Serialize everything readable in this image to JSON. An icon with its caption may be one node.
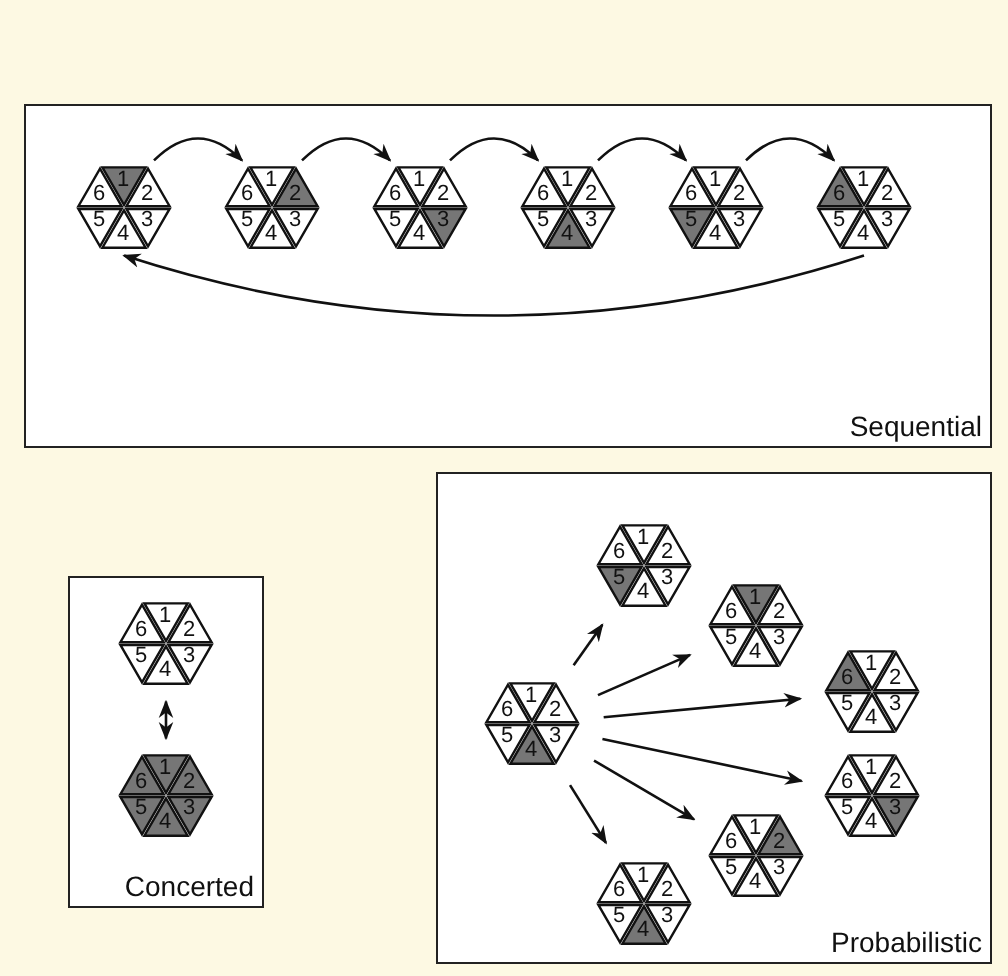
{
  "diagram": {
    "nodes": [
      {
        "text": [
          "Sequential"
        ]
      },
      {
        "text": [
          "1",
          "2",
          "3",
          "4",
          "5",
          "6"
        ],
        "in": 0
      },
      {
        "text": [
          "1",
          "2",
          "3",
          "4",
          "5",
          "6"
        ],
        "in": 0
      },
      {
        "text": [
          "1",
          "2",
          "3",
          "4",
          "5",
          "6"
        ],
        "in": 0
      },
      {
        "text": [
          "1",
          "2",
          "3",
          "4",
          "5",
          "6"
        ],
        "in": 0
      },
      {
        "text": [
          "1",
          "2",
          "3",
          "4",
          "5",
          "6"
        ],
        "in": 0
      },
      {
        "text": [
          "1",
          "2",
          "3",
          "4",
          "5",
          "6"
        ],
        "in": 0
      },
      {
        "text": [
          "Concerted"
        ]
      },
      {
        "text": [
          "1",
          "2",
          "3",
          "4",
          "5",
          "6"
        ],
        "in": 7
      },
      {
        "text": [
          "1",
          "2",
          "3",
          "4",
          "5",
          "6"
        ],
        "in": 7
      },
      {
        "text": [
          "Probabilistic"
        ]
      },
      {
        "text": [
          "1",
          "2",
          "3",
          "4",
          "5",
          "6"
        ],
        "in": 10
      },
      {
        "text": [
          "1",
          "2",
          "3",
          "4",
          "5",
          "6"
        ],
        "in": 10
      },
      {
        "text": [
          "1",
          "2",
          "3",
          "4",
          "5",
          "6"
        ],
        "in": 10
      },
      {
        "text": [
          "1",
          "2",
          "3",
          "4",
          "5",
          "6"
        ],
        "in": 10
      },
      {
        "text": [
          "1",
          "2",
          "3",
          "4",
          "5",
          "6"
        ],
        "in": 10
      },
      {
        "text": [
          "1",
          "2",
          "3",
          "4",
          "5",
          "6"
        ],
        "in": 10
      },
      {
        "text": [
          "1",
          "2",
          "3",
          "4",
          "5",
          "6"
        ],
        "in": 10
      }
    ],
    "edges": [
      {
        "from": 1,
        "to": 2,
        "arrow": "to"
      },
      {
        "from": 2,
        "to": 3,
        "arrow": "to"
      },
      {
        "from": 3,
        "to": 4,
        "arrow": "to"
      },
      {
        "from": 4,
        "to": 5,
        "arrow": "to"
      },
      {
        "from": 5,
        "to": 6,
        "arrow": "to"
      },
      {
        "from": 6,
        "to": 1,
        "arrow": "to"
      },
      {
        "from": 8,
        "to": 9,
        "arrow": "both"
      },
      {
        "from": 11,
        "to": 12,
        "arrow": "to"
      },
      {
        "from": 11,
        "to": 13,
        "arrow": "to"
      },
      {
        "from": 11,
        "to": 14,
        "arrow": "to"
      },
      {
        "from": 11,
        "to": 15,
        "arrow": "to"
      },
      {
        "from": 11,
        "to": 16,
        "arrow": "to"
      },
      {
        "from": 11,
        "to": 17,
        "arrow": "to"
      }
    ]
  }
}
